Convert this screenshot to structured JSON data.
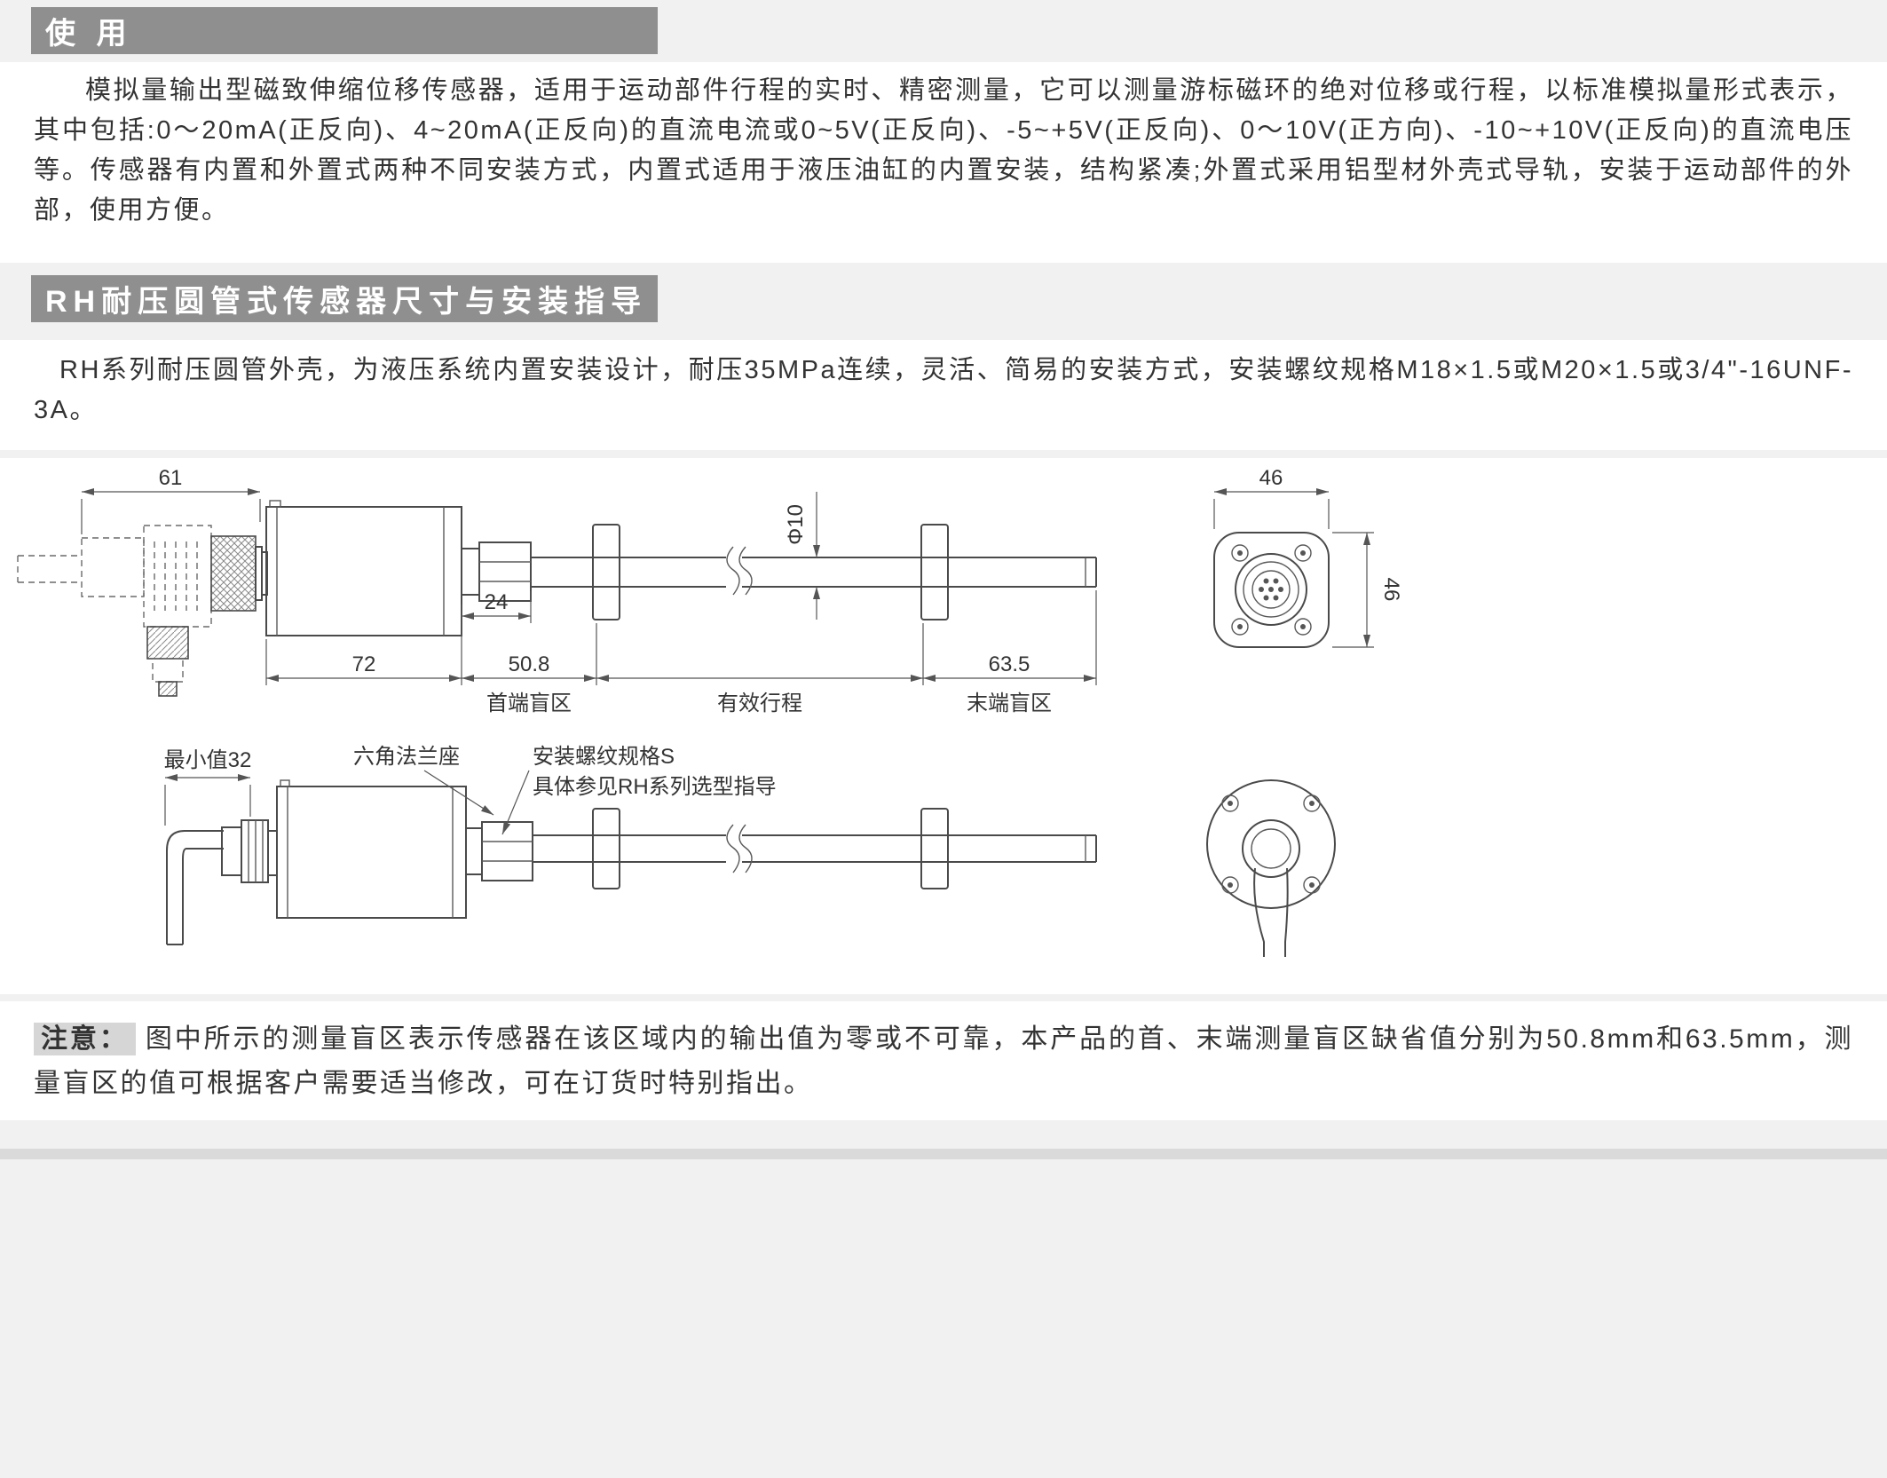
{
  "colors": {
    "header_bg": "#8f8f8f",
    "header_text": "#ffffff",
    "page_bg": "#f1f1f1",
    "block_bg": "#ffffff",
    "note_label_bg": "#d6d6d6",
    "line_color": "#4a4a4a"
  },
  "usage": {
    "header": "使 用",
    "paragraph": "模拟量输出型磁致伸缩位移传感器，适用于运动部件行程的实时、精密测量，它可以测量游标磁环的绝对位移或行程，以标准模拟量形式表示，其中包括:0～20mA(正反向)、4~20mA(正反向)的直流电流或0~5V(正反向)、-5~+5V(正反向)、0～10V(正方向)、-10~+10V(正反向)的直流电压等。传感器有内置和外置式两种不同安装方式，内置式适用于液压油缸的内置安装，结构紧凑;外置式采用铝型材外壳式导轨，安装于运动部件的外部，使用方便。"
  },
  "rh": {
    "header": "RH耐压圆管式传感器尺寸与安装指导",
    "paragraph": "RH系列耐压圆管外壳，为液压系统内置安装设计，耐压35MPa连续，灵活、简易的安装方式，安装螺纹规格M18×1.5或M20×1.5或3/4\"-16UNF-3A。"
  },
  "diagram": {
    "dims": {
      "d61": "61",
      "d24": "24",
      "d72": "72",
      "d50_8": "50.8",
      "d63_5": "63.5",
      "phi10": "Φ10",
      "d46_top": "46",
      "d46_side": "46",
      "min32": "最小值32"
    },
    "labels": {
      "front_blind": "首端盲区",
      "effective_stroke": "有效行程",
      "end_blind": "末端盲区",
      "hex_flange": "六角法兰座",
      "thread_spec": "安装螺纹规格S",
      "thread_ref": "具体参见RH系列选型指导"
    }
  },
  "note": {
    "label": "注意：",
    "text": "图中所示的测量盲区表示传感器在该区域内的输出值为零或不可靠，本产品的首、末端测量盲区缺省值分别为50.8mm和63.5mm，测量盲区的值可根据客户需要适当修改，可在订货时特别指出。"
  }
}
